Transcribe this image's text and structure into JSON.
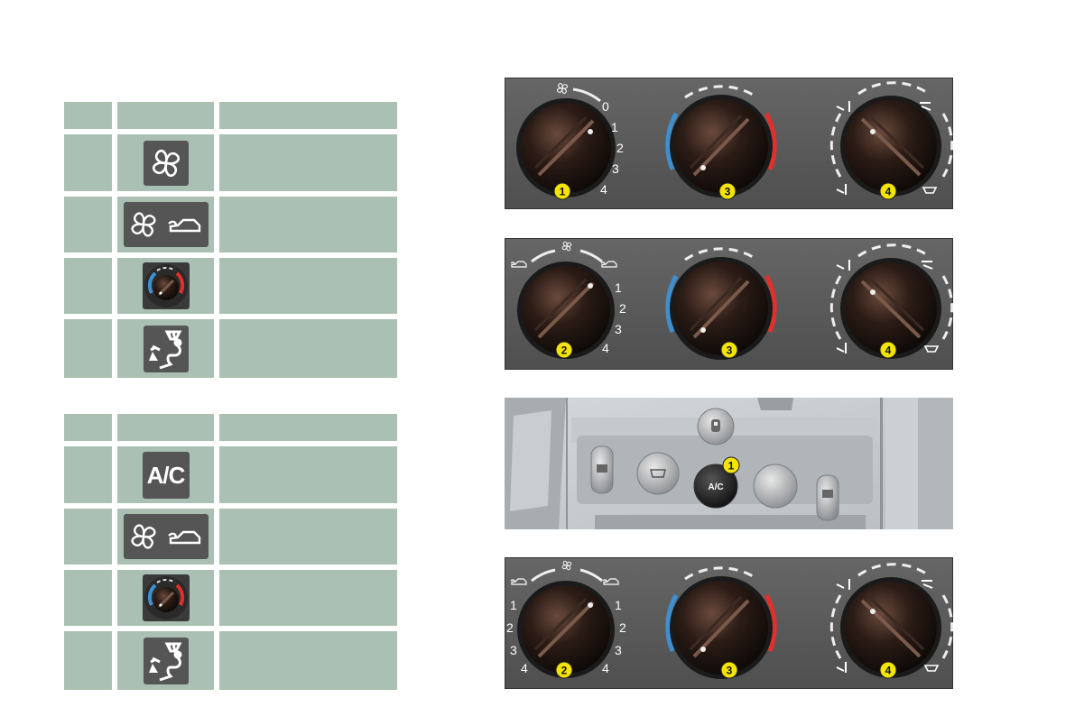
{
  "tables": [
    {
      "rows": [
        {
          "icon": "fan-icon"
        },
        {
          "icon": "fan-recirculation-icon"
        },
        {
          "icon": "temperature-dial-icon"
        },
        {
          "icon": "air-distribution-icon"
        }
      ]
    },
    {
      "rows": [
        {
          "icon": "ac-icon",
          "label": "A/C"
        },
        {
          "icon": "fan-recirculation-icon"
        },
        {
          "icon": "temperature-dial-icon"
        },
        {
          "icon": "air-distribution-icon"
        }
      ]
    }
  ],
  "panels": {
    "panel1": {
      "fan_scale": [
        "0",
        "1",
        "2",
        "3",
        "4"
      ],
      "badges": [
        "1",
        "3",
        "4"
      ]
    },
    "panel2": {
      "fan_scale": [
        "1",
        "2",
        "3",
        "4"
      ],
      "badges": [
        "2",
        "3",
        "4"
      ]
    },
    "panel3": {
      "button_label": "A/C",
      "badge": "1"
    },
    "panel4": {
      "left_scale": [
        "1",
        "2",
        "3",
        "4"
      ],
      "right_scale": [
        "1",
        "2",
        "3",
        "4"
      ],
      "badges": [
        "2",
        "3",
        "4"
      ]
    }
  },
  "colors": {
    "cell_bg": "#a9c0b2",
    "icon_bg": "#555555",
    "panel_bg": "#5b5b5b",
    "cold": "#3f8fd0",
    "hot": "#e0302c",
    "badge": "#f4e400"
  }
}
